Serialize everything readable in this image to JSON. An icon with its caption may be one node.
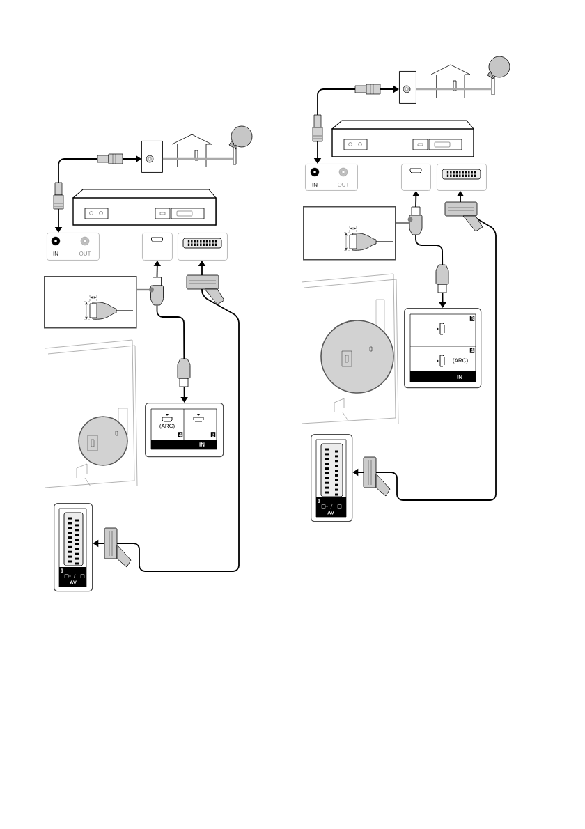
{
  "diagram": {
    "nodes": [
      {
        "text": [],
        "shape": "box"
      },
      {
        "text": [],
        "shape": "dish"
      },
      {
        "text": [
          "IN",
          "OUT"
        ]
      },
      {
        "text": [],
        "shape": "box"
      },
      {
        "text": [],
        "shape": "box"
      },
      {
        "text": [],
        "shape": "box"
      },
      {
        "text": [
          "(ARC)",
          "4",
          "3",
          "IN"
        ]
      },
      {
        "text": [
          "1",
          "AV"
        ]
      },
      {
        "text": [],
        "shape": "box"
      },
      {
        "text": [],
        "shape": "dish"
      },
      {
        "text": [
          "IN",
          "OUT"
        ]
      },
      {
        "text": [],
        "shape": "box"
      },
      {
        "text": [],
        "shape": "box"
      },
      {
        "text": [],
        "shape": "box"
      },
      {
        "text": [
          "3",
          "4",
          "(ARC)",
          "IN"
        ]
      },
      {
        "text": [
          "1",
          "AV"
        ]
      },
      {
        "text": [],
        "shape": "plug"
      },
      {
        "text": [],
        "shape": "plug"
      }
    ],
    "edges": [
      {
        "from": 0,
        "to": 1,
        "arrow": "none",
        "color": "#aaaaaa"
      },
      {
        "from": 2,
        "to": 0,
        "arrow": "both"
      },
      {
        "from": 16,
        "to": 3,
        "arrow": "to"
      },
      {
        "from": 4,
        "to": 7,
        "arrow": "both"
      },
      {
        "from": 5,
        "to": 16,
        "arrow": "none",
        "color": "#808080"
      },
      {
        "from": 8,
        "to": 9,
        "arrow": "none",
        "color": "#aaaaaa"
      },
      {
        "from": 10,
        "to": 8,
        "arrow": "both"
      },
      {
        "from": 17,
        "to": 11,
        "arrow": "to"
      },
      {
        "from": 12,
        "to": 15,
        "arrow": "both"
      },
      {
        "from": 13,
        "to": 17,
        "arrow": "none",
        "color": "#808080"
      },
      {
        "from": 16,
        "to": 6,
        "arrow": "to"
      },
      {
        "from": 17,
        "to": 14,
        "arrow": "to"
      }
    ]
  }
}
